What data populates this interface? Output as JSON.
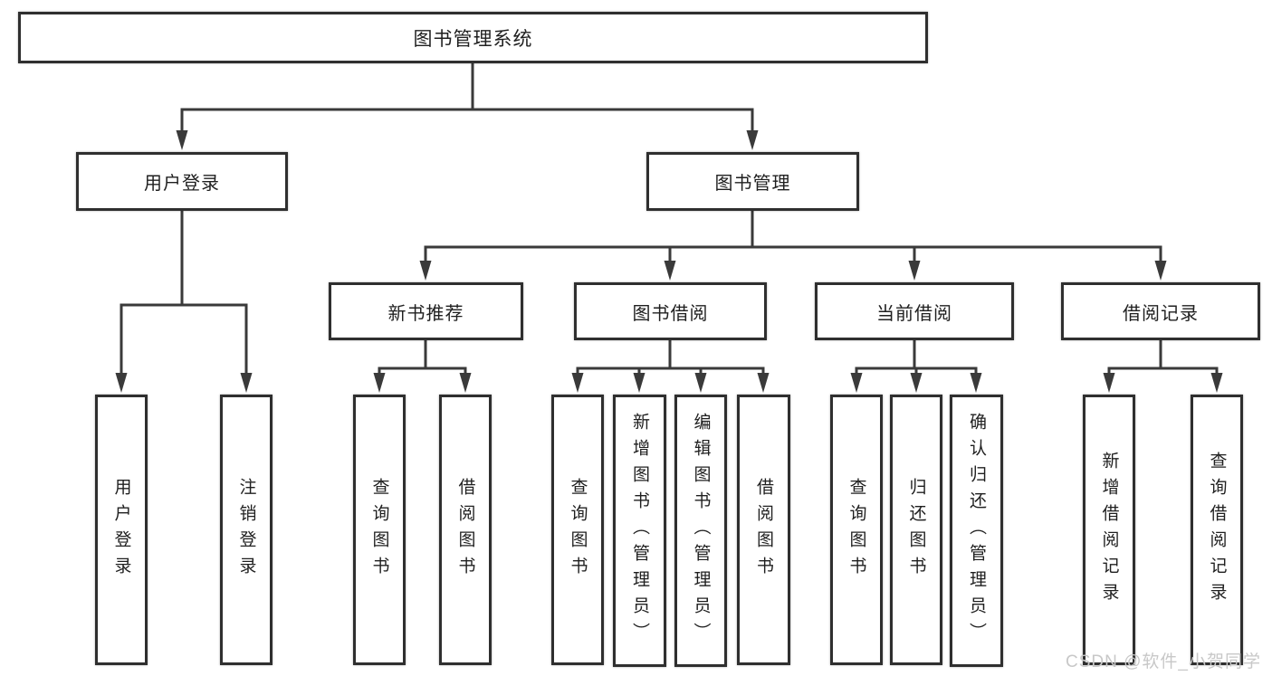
{
  "colors": {
    "line": "#3a3a3a",
    "border": "#2f2f2f",
    "text": "#1f1f1f",
    "background": "#ffffff",
    "watermark": "#c8c8c8"
  },
  "watermark": {
    "text": "CSDN @软件_小贺同学"
  },
  "tree": {
    "label": "图书管理系统",
    "children": [
      {
        "label": "用户登录",
        "children": [
          {
            "label": "用户登录"
          },
          {
            "label": "注销登录"
          }
        ]
      },
      {
        "label": "图书管理",
        "children": [
          {
            "label": "新书推荐",
            "children": [
              {
                "label": "查询图书"
              },
              {
                "label": "借阅图书"
              }
            ]
          },
          {
            "label": "图书借阅",
            "children": [
              {
                "label": "查询图书"
              },
              {
                "label": "新增图书（管理员）"
              },
              {
                "label": "编辑图书（管理员）"
              },
              {
                "label": "借阅图书"
              }
            ]
          },
          {
            "label": "当前借阅",
            "children": [
              {
                "label": "查询图书"
              },
              {
                "label": "归还图书"
              },
              {
                "label": "确认归还（管理员）"
              }
            ]
          },
          {
            "label": "借阅记录",
            "children": [
              {
                "label": "新增借阅记录"
              },
              {
                "label": "查询借阅记录"
              }
            ]
          }
        ]
      }
    ]
  }
}
